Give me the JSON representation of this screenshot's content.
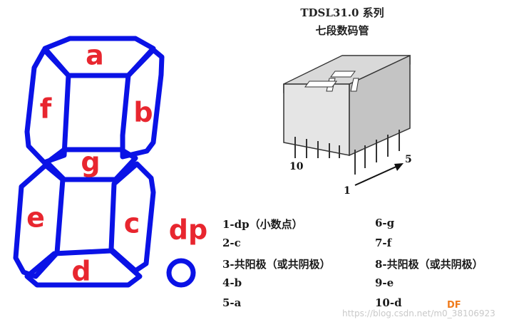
{
  "segments": {
    "a": "a",
    "b": "b",
    "c": "c",
    "d": "d",
    "e": "e",
    "f": "f",
    "g": "g",
    "dp": "dp"
  },
  "diagram": {
    "title_line1": "TDSL31.0 系列",
    "title_line2": "七段数码管",
    "pin_label_10": "10",
    "pin_label_5": "5",
    "pin_label_1": "1"
  },
  "pin_list": {
    "left": [
      "1-dp（小数点）",
      "2-c",
      "3-共阳极（或共阴极）",
      "4-b",
      "5-a"
    ],
    "right": [
      "6-g",
      "7-f",
      "8-共阳极（或共阴极）",
      "9-e",
      "10-d"
    ]
  },
  "watermark": "https://blog.csdn.net/m0_38106923",
  "badge": "DF",
  "colors": {
    "segment_outline": "#0a12e6",
    "segment_label": "#e8262f"
  }
}
